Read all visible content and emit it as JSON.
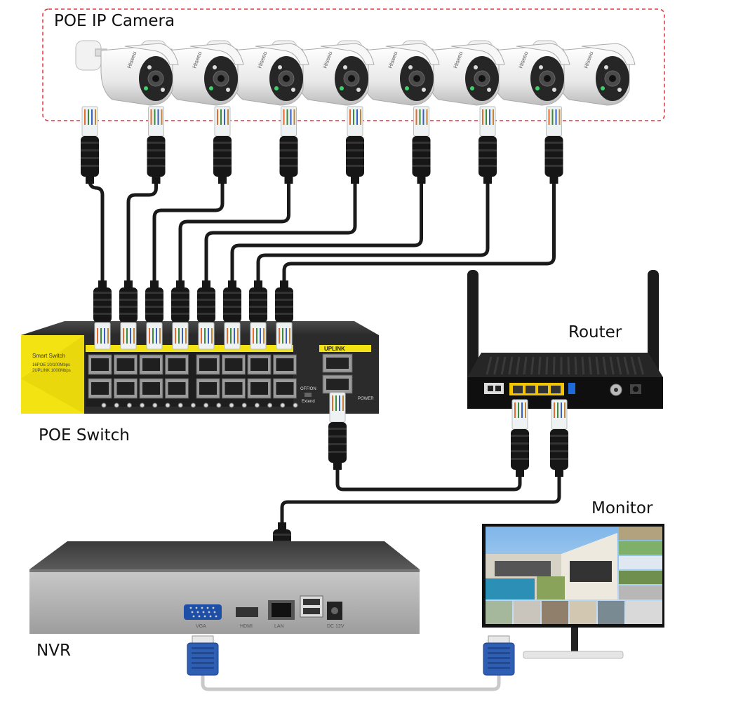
{
  "labels": {
    "cameras": "POE IP Camera",
    "switch": "POE Switch",
    "router": "Router",
    "monitor": "Monitor",
    "nvr": "NVR"
  },
  "camera_brand": "Hiseeu",
  "camera_count": 8,
  "switch_panel": {
    "title": "Smart Switch",
    "line1": "16POE 10/100Mbps",
    "line2": "2UPLINK 1000Mbps",
    "uplink": "UPLINK",
    "toggle_top": "OFF/ON",
    "toggle_bottom": "Extend",
    "power": "POWER"
  },
  "nvr_ports": {
    "vga": "VGA",
    "hdmi": "HDMI",
    "lan": "LAN",
    "dc": "DC 12V"
  },
  "colors": {
    "dashed_box": "#e0373d",
    "cable": "#1a1a1a",
    "vga_blue": "#2f5fb4",
    "switch_yellow": "#f3e312",
    "router_yellow": "#f2c500"
  }
}
